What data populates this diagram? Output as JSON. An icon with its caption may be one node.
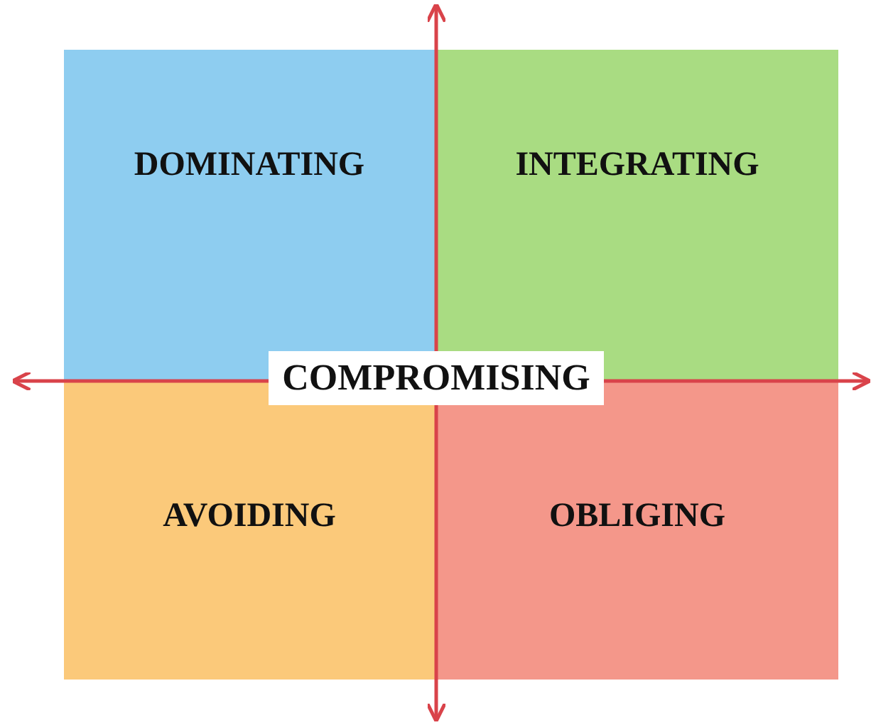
{
  "diagram": {
    "nodes": [
      {
        "text": [
          "DOMINATING"
        ]
      },
      {
        "text": [
          "INTEGRATING"
        ]
      },
      {
        "text": [
          "COMPROMISING"
        ]
      },
      {
        "text": [
          "AVOIDING"
        ]
      },
      {
        "text": [
          "OBLIGING"
        ]
      }
    ]
  }
}
